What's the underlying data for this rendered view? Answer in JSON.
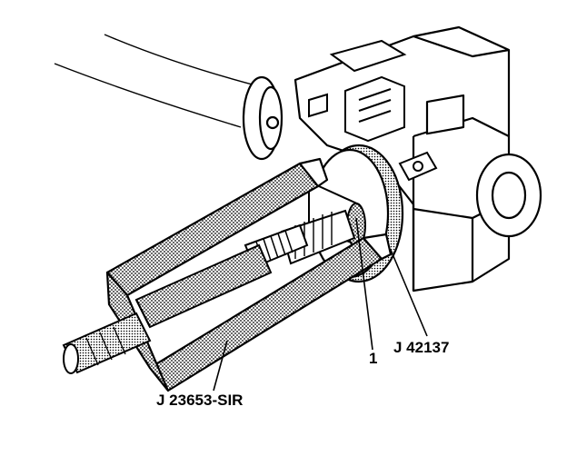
{
  "labels": {
    "part_1": "1",
    "tool_j42137": "J 42137",
    "tool_j23653": "J  23653-SIR"
  },
  "colors": {
    "ink": "#000000",
    "paper": "#ffffff",
    "stipple": "#9a9a9a"
  }
}
